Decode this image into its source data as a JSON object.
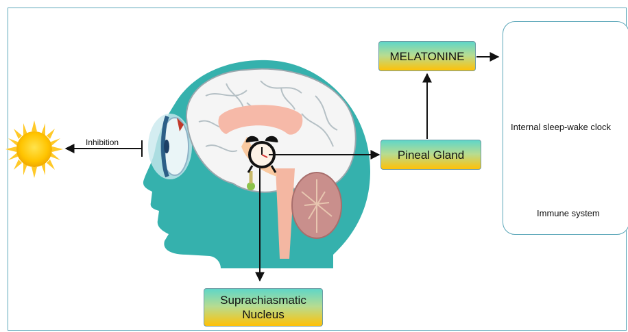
{
  "labels": {
    "inhibition": "Inhibition",
    "melatonine": "MELATONINE",
    "pineal_gland": "Pineal Gland",
    "scn_line1": "Suprachiasmatic",
    "scn_line2": "Nucleus",
    "sleep_wake": "Internal sleep-wake clock",
    "immune": "Immune system"
  },
  "icons": [
    "sun-icon",
    "eye-icon",
    "brain-icon",
    "alarm-clock-icon",
    "day-night-icon",
    "virus-icon"
  ],
  "colors": {
    "head": "#35b1ad",
    "box_top": "#5fd6c8",
    "box_bottom": "#ffc107",
    "border": "#5aa6b8"
  }
}
